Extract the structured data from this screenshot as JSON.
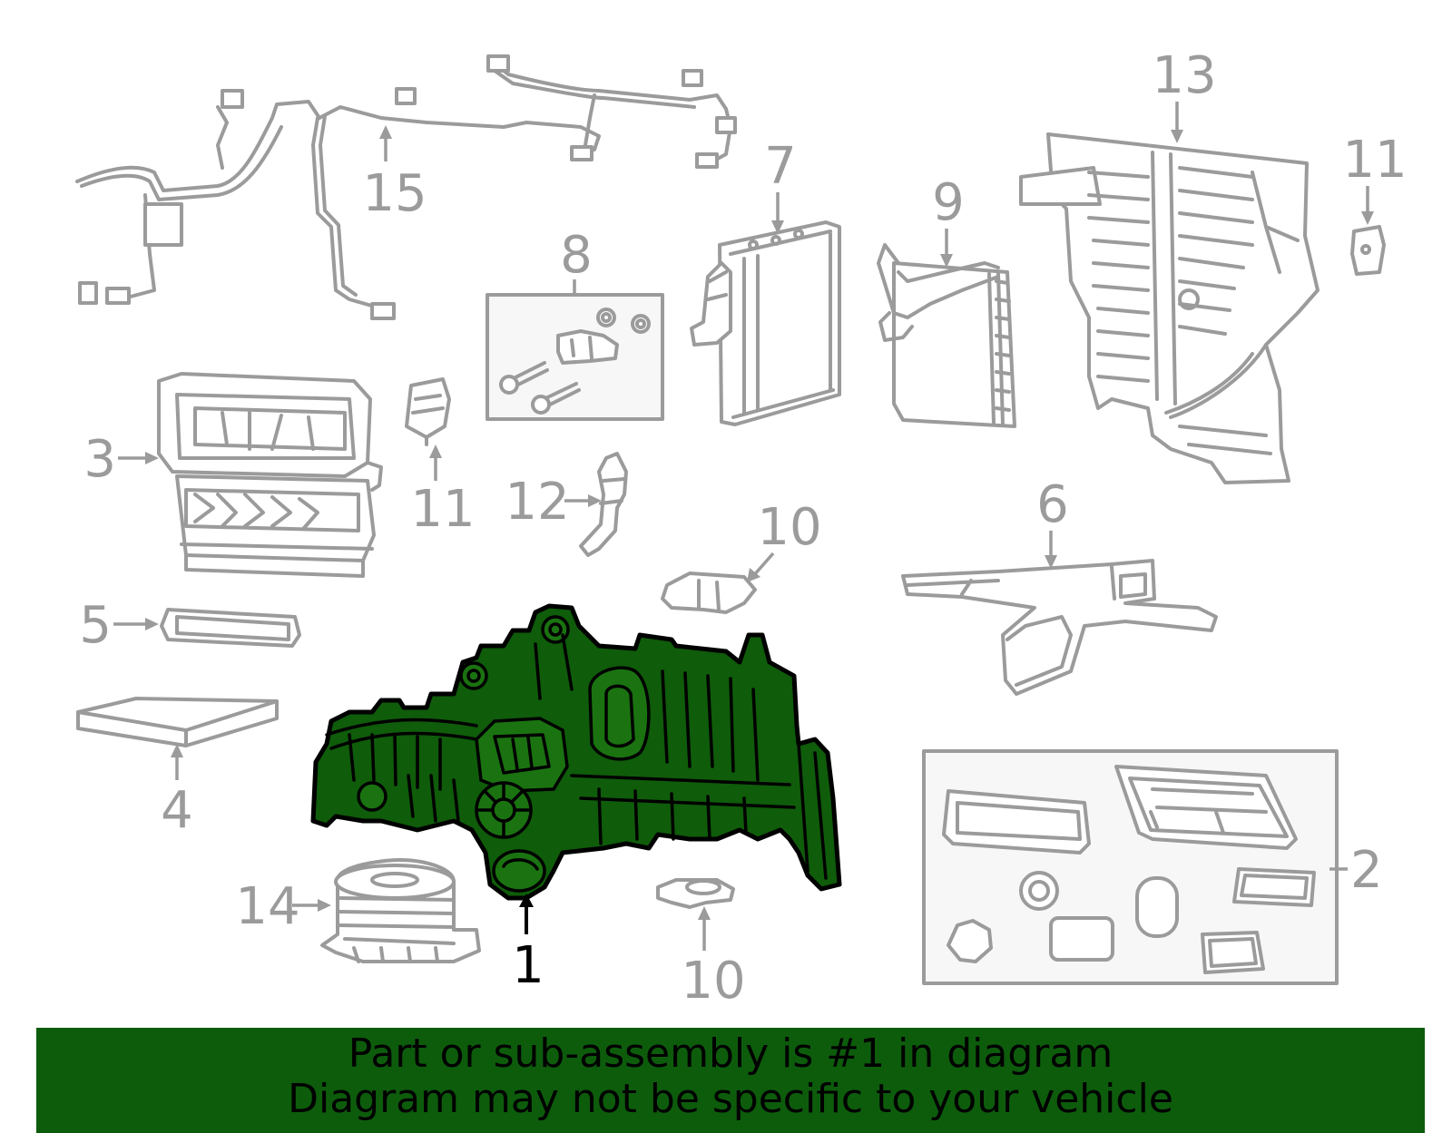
{
  "callouts": {
    "c1": "1",
    "c2": "2",
    "c3": "3",
    "c4": "4",
    "c5": "5",
    "c6": "6",
    "c7": "7",
    "c8": "8",
    "c9": "9",
    "c10a": "10",
    "c10b": "10",
    "c11a": "11",
    "c11b": "11",
    "c12": "12",
    "c13": "13",
    "c14": "14",
    "c15": "15"
  },
  "highlight": {
    "part_number": "1",
    "color": "#0d5c0c"
  },
  "colors": {
    "parts": "#9b9b9b",
    "highlight_outline": "#000000"
  },
  "banner": {
    "line1": "Part or sub-assembly is #1 in diagram",
    "line2": "Diagram may not be specific to your vehicle"
  }
}
